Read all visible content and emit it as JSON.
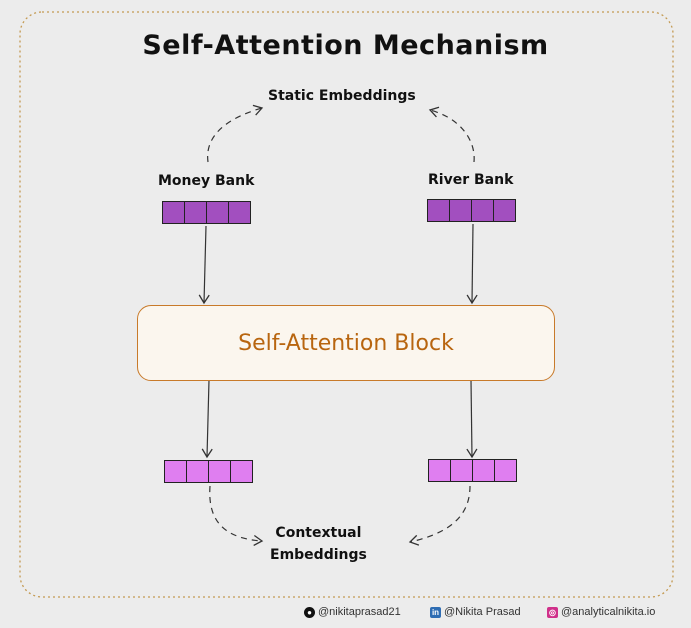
{
  "title": "Self-Attention Mechanism",
  "labels": {
    "static": "Static Embeddings",
    "money": "Money Bank",
    "river": "River Bank",
    "block": "Self-Attention Block",
    "contextual_line1": "Contextual",
    "contextual_line2": "Embeddings"
  },
  "footer": {
    "github": "@nikitaprasad21",
    "linkedin": "@Nikita Prasad",
    "instagram": "@analyticalnikita.io"
  },
  "icons": {
    "github": "github-icon",
    "linkedin": "linkedin-icon",
    "instagram": "instagram-icon"
  },
  "colors": {
    "static_vector": "#a24fbf",
    "contextual_vector": "#df7ef0",
    "block_accent": "#b8650f",
    "background": "#ececec"
  }
}
